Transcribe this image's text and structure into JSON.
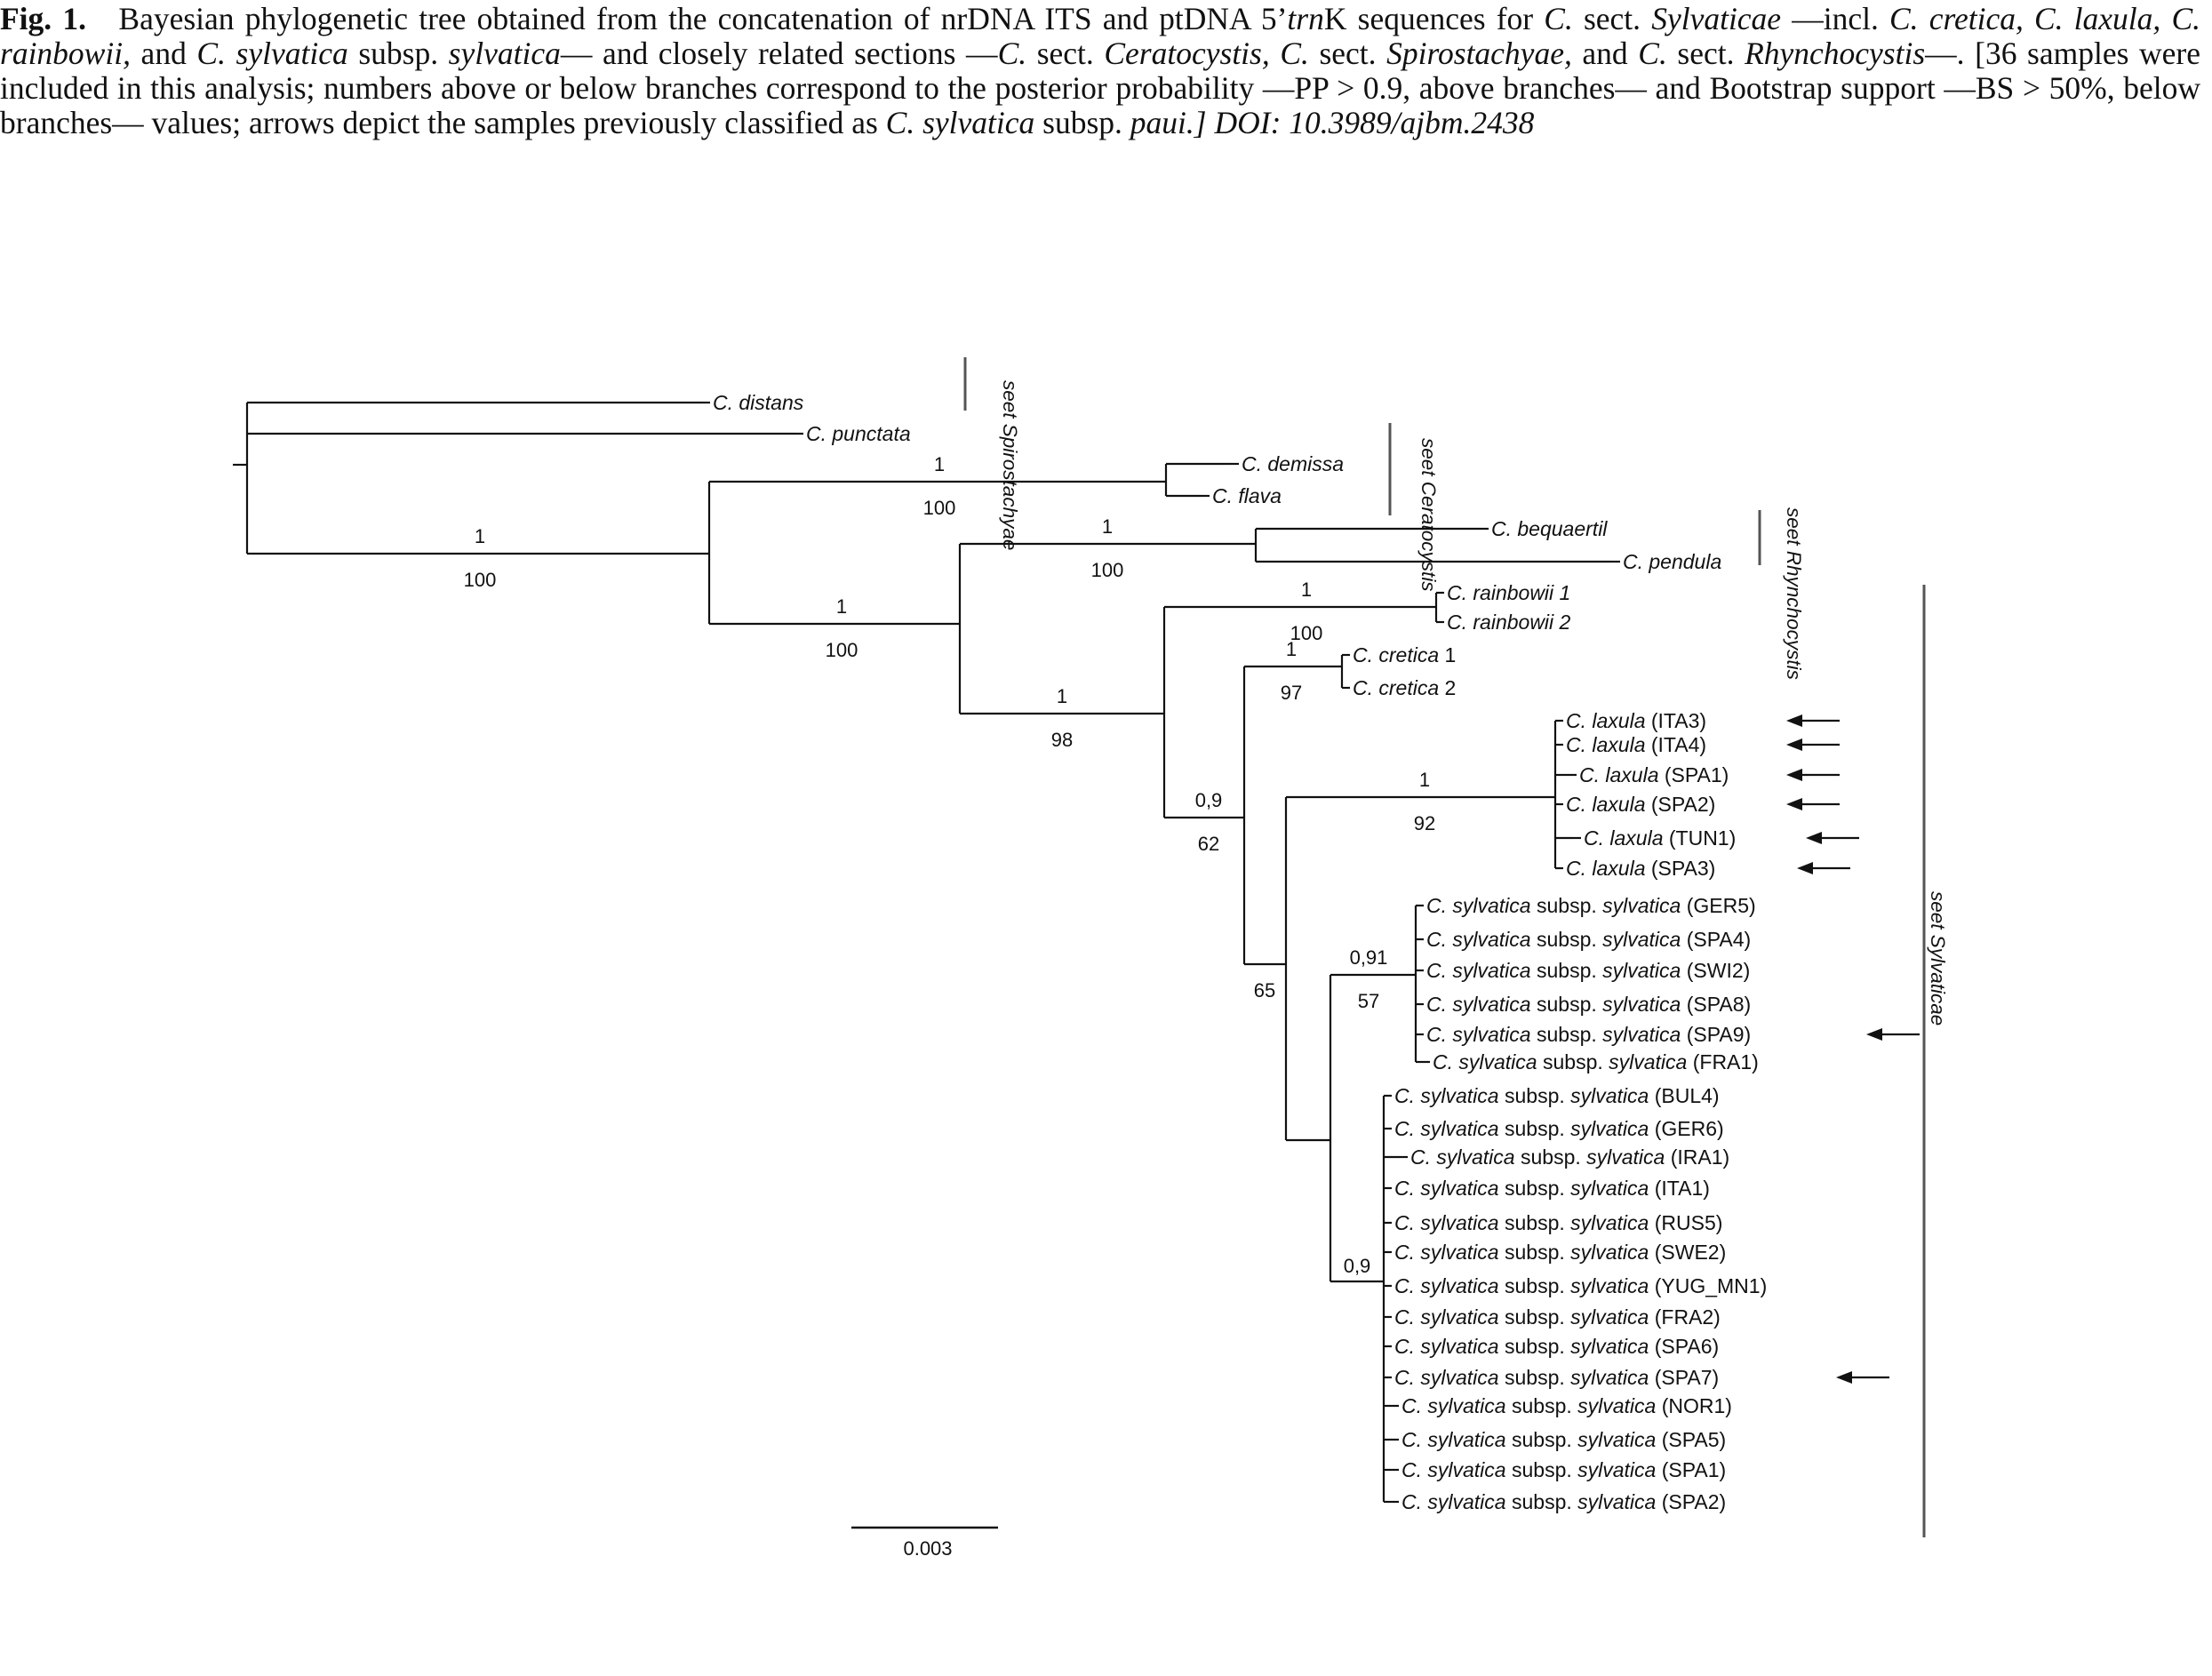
{
  "caption": {
    "fig_label": "Fig. 1.",
    "segments": [
      {
        "t": "Bayesian phylogenetic tree obtained from the concatenation of nrDNA ITS and ptDNA 5’",
        "i": false
      },
      {
        "t": "trn",
        "i": true
      },
      {
        "t": "K sequences for ",
        "i": false
      },
      {
        "t": "C.",
        "i": true
      },
      {
        "t": " sect. ",
        "i": false
      },
      {
        "t": "Sylvaticae",
        "i": true
      },
      {
        "t": " —incl. ",
        "i": false
      },
      {
        "t": "C. cretica, C. laxula, C. rainbowii,",
        "i": true
      },
      {
        "t": " and ",
        "i": false
      },
      {
        "t": "C. sylvatica",
        "i": true
      },
      {
        "t": " subsp. ",
        "i": false
      },
      {
        "t": "sylvatica",
        "i": true
      },
      {
        "t": "— and closely related sections —",
        "i": false
      },
      {
        "t": "C.",
        "i": true
      },
      {
        "t": " sect. ",
        "i": false
      },
      {
        "t": "Ceratocystis, C.",
        "i": true
      },
      {
        "t": " sect. ",
        "i": false
      },
      {
        "t": "Spirostachyae,",
        "i": true
      },
      {
        "t": " and ",
        "i": false
      },
      {
        "t": "C.",
        "i": true
      },
      {
        "t": " sect. ",
        "i": false
      },
      {
        "t": "Rhynchocystis",
        "i": true
      },
      {
        "t": "—. [36 samples were included in this analysis; numbers above or below branches correspond to the posterior probability —PP > 0.9, above branches— and Bootstrap support —BS > 50%, below branches— values; arrows depict the samples previously classified as ",
        "i": false
      },
      {
        "t": "C. sylvatica",
        "i": true
      },
      {
        "t": " subsp. ",
        "i": false
      },
      {
        "t": "paui.] DOI: 10.3989/ajbm.2438",
        "i": true
      }
    ]
  },
  "tree": {
    "taxa": [
      {
        "label": "C. distans",
        "parts": [
          {
            "t": "C. distans",
            "i": true
          }
        ]
      },
      {
        "label": "C. punctata",
        "parts": [
          {
            "t": "C. punctata",
            "i": true
          }
        ]
      },
      {
        "label": "C. demissa",
        "parts": [
          {
            "t": "C. demissa",
            "i": true
          }
        ]
      },
      {
        "label": "C. flava",
        "parts": [
          {
            "t": "C. flava",
            "i": true
          }
        ]
      },
      {
        "label": "C. bequaertil",
        "parts": [
          {
            "t": "C. bequaertil",
            "i": true
          }
        ]
      },
      {
        "label": "C. pendula",
        "parts": [
          {
            "t": "C. pendula",
            "i": true
          }
        ]
      },
      {
        "label": "C. rainbowii 1",
        "parts": [
          {
            "t": "C. rainbowii 1",
            "i": true
          }
        ]
      },
      {
        "label": "C. rainbowii 2",
        "parts": [
          {
            "t": "C. rainbowii 2",
            "i": true
          }
        ]
      },
      {
        "label": "C. cretica 1",
        "parts": [
          {
            "t": "C. cretica",
            "i": true
          },
          {
            "t": " 1",
            "i": false
          }
        ]
      },
      {
        "label": "C. cretica 2",
        "parts": [
          {
            "t": "C. cretica",
            "i": true
          },
          {
            "t": " 2",
            "i": false
          }
        ]
      },
      {
        "label": "C. laxula (ITA3)",
        "parts": [
          {
            "t": "C. laxula",
            "i": true
          },
          {
            "t": " (ITA3)",
            "i": false
          }
        ]
      },
      {
        "label": "C. laxula (ITA4)",
        "parts": [
          {
            "t": "C. laxula",
            "i": true
          },
          {
            "t": " (ITA4)",
            "i": false
          }
        ]
      },
      {
        "label": "C. laxula (SPA1)",
        "parts": [
          {
            "t": "C. laxula",
            "i": true
          },
          {
            "t": " (SPA1)",
            "i": false
          }
        ]
      },
      {
        "label": "C. laxula (SPA2)",
        "parts": [
          {
            "t": "C. laxula",
            "i": true
          },
          {
            "t": " (SPA2)",
            "i": false
          }
        ]
      },
      {
        "label": "C. laxula (TUN1)",
        "parts": [
          {
            "t": "C. laxula",
            "i": true
          },
          {
            "t": " (TUN1)",
            "i": false
          }
        ]
      },
      {
        "label": "C. laxula (SPA3)",
        "parts": [
          {
            "t": "C. laxula",
            "i": true
          },
          {
            "t": " (SPA3)",
            "i": false
          }
        ]
      },
      {
        "label": "C. sylvatica subsp. sylvatica (GER5)",
        "parts": [
          {
            "t": "C. sylvatica",
            "i": true
          },
          {
            "t": " subsp. ",
            "i": false
          },
          {
            "t": "sylvatica",
            "i": true
          },
          {
            "t": " (GER5)",
            "i": false
          }
        ]
      },
      {
        "label": "C. sylvatica subsp. sylvatica (SPA4)",
        "parts": [
          {
            "t": "C. sylvatica",
            "i": true
          },
          {
            "t": " subsp. ",
            "i": false
          },
          {
            "t": "sylvatica",
            "i": true
          },
          {
            "t": " (SPA4)",
            "i": false
          }
        ]
      },
      {
        "label": "C. sylvatica subsp. sylvatica (SWI2)",
        "parts": [
          {
            "t": "C. sylvatica",
            "i": true
          },
          {
            "t": " subsp. ",
            "i": false
          },
          {
            "t": "sylvatica",
            "i": true
          },
          {
            "t": " (SWI2)",
            "i": false
          }
        ]
      },
      {
        "label": "C. sylvatica subsp. sylvatica (SPA8)",
        "parts": [
          {
            "t": "C. sylvatica",
            "i": true
          },
          {
            "t": " subsp. ",
            "i": false
          },
          {
            "t": "sylvatica",
            "i": true
          },
          {
            "t": " (SPA8)",
            "i": false
          }
        ]
      },
      {
        "label": "C. sylvatica subsp. sylvatica (SPA9)",
        "parts": [
          {
            "t": "C. sylvatica",
            "i": true
          },
          {
            "t": " subsp. ",
            "i": false
          },
          {
            "t": "sylvatica",
            "i": true
          },
          {
            "t": " (SPA9)",
            "i": false
          }
        ]
      },
      {
        "label": "C. sylvatica subsp. sylvatica (FRA1)",
        "parts": [
          {
            "t": "C. sylvatica",
            "i": true
          },
          {
            "t": " subsp. ",
            "i": false
          },
          {
            "t": "sylvatica",
            "i": true
          },
          {
            "t": " (FRA1)",
            "i": false
          }
        ]
      },
      {
        "label": "C. sylvatica subsp. sylvatica (BUL4)",
        "parts": [
          {
            "t": "C. sylvatica",
            "i": true
          },
          {
            "t": " subsp. ",
            "i": false
          },
          {
            "t": "sylvatica",
            "i": true
          },
          {
            "t": " (BUL4)",
            "i": false
          }
        ]
      },
      {
        "label": "C. sylvatica subsp. sylvatica (GER6)",
        "parts": [
          {
            "t": "C. sylvatica",
            "i": true
          },
          {
            "t": " subsp. ",
            "i": false
          },
          {
            "t": "sylvatica",
            "i": true
          },
          {
            "t": " (GER6)",
            "i": false
          }
        ]
      },
      {
        "label": "C. sylvatica subsp. sylvatica (IRA1)",
        "parts": [
          {
            "t": "C. sylvatica",
            "i": true
          },
          {
            "t": " subsp. ",
            "i": false
          },
          {
            "t": "sylvatica",
            "i": true
          },
          {
            "t": " (IRA1)",
            "i": false
          }
        ]
      },
      {
        "label": "C. sylvatica subsp. sylvatica (ITA1)",
        "parts": [
          {
            "t": "C. sylvatica",
            "i": true
          },
          {
            "t": " subsp. ",
            "i": false
          },
          {
            "t": "sylvatica",
            "i": true
          },
          {
            "t": " (ITA1)",
            "i": false
          }
        ]
      },
      {
        "label": "C. sylvatica subsp. sylvatica (RUS5)",
        "parts": [
          {
            "t": "C. sylvatica",
            "i": true
          },
          {
            "t": " subsp. ",
            "i": false
          },
          {
            "t": "sylvatica",
            "i": true
          },
          {
            "t": " (RUS5)",
            "i": false
          }
        ]
      },
      {
        "label": "C. sylvatica subsp. sylvatica (SWE2)",
        "parts": [
          {
            "t": "C. sylvatica",
            "i": true
          },
          {
            "t": " subsp. ",
            "i": false
          },
          {
            "t": "sylvatica",
            "i": true
          },
          {
            "t": " (SWE2)",
            "i": false
          }
        ]
      },
      {
        "label": "C. sylvatica subsp. sylvatica (YUG_MN1)",
        "parts": [
          {
            "t": "C. sylvatica",
            "i": true
          },
          {
            "t": " subsp. ",
            "i": false
          },
          {
            "t": "sylvatica",
            "i": true
          },
          {
            "t": " (YUG_MN1)",
            "i": false
          }
        ]
      },
      {
        "label": "C. sylvatica subsp. sylvatica (FRA2)",
        "parts": [
          {
            "t": "C. sylvatica",
            "i": true
          },
          {
            "t": " subsp. ",
            "i": false
          },
          {
            "t": "sylvatica",
            "i": true
          },
          {
            "t": " (FRA2)",
            "i": false
          }
        ]
      },
      {
        "label": "C. sylvatica subsp. sylvatica (SPA6)",
        "parts": [
          {
            "t": "C. sylvatica",
            "i": true
          },
          {
            "t": " subsp. ",
            "i": false
          },
          {
            "t": "sylvatica",
            "i": true
          },
          {
            "t": " (SPA6)",
            "i": false
          }
        ]
      },
      {
        "label": "C. sylvatica subsp. sylvatica (SPA7)",
        "parts": [
          {
            "t": "C. sylvatica",
            "i": true
          },
          {
            "t": " subsp. ",
            "i": false
          },
          {
            "t": "sylvatica",
            "i": true
          },
          {
            "t": " (SPA7)",
            "i": false
          }
        ]
      },
      {
        "label": "C. sylvatica subsp. sylvatica (NOR1)",
        "parts": [
          {
            "t": "C. sylvatica",
            "i": true
          },
          {
            "t": " subsp. ",
            "i": false
          },
          {
            "t": "sylvatica",
            "i": true
          },
          {
            "t": " (NOR1)",
            "i": false
          }
        ]
      },
      {
        "label": "C. sylvatica subsp. sylvatica (SPA5)",
        "parts": [
          {
            "t": "C. sylvatica",
            "i": true
          },
          {
            "t": " subsp. ",
            "i": false
          },
          {
            "t": "sylvatica",
            "i": true
          },
          {
            "t": " (SPA5)",
            "i": false
          }
        ]
      },
      {
        "label": "C. sylvatica subsp. sylvatica (SPA1)",
        "parts": [
          {
            "t": "C. sylvatica",
            "i": true
          },
          {
            "t": " subsp. ",
            "i": false
          },
          {
            "t": "sylvatica",
            "i": true
          },
          {
            "t": " (SPA1)",
            "i": false
          }
        ]
      },
      {
        "label": "C. sylvatica subsp. sylvatica (SPA2)",
        "parts": [
          {
            "t": "C. sylvatica",
            "i": true
          },
          {
            "t": " subsp. ",
            "i": false
          },
          {
            "t": "sylvatica",
            "i": true
          },
          {
            "t": " (SPA2)",
            "i": false
          }
        ]
      }
    ],
    "support_values": [
      {
        "clade": "ingroup",
        "pp": "1",
        "bs": "100"
      },
      {
        "clade": "demissa-flava + rest",
        "pp": "1",
        "bs": "100"
      },
      {
        "clade": "demissa-flava",
        "pp": "1",
        "bs": "100"
      },
      {
        "clade": "bequaertil-pendula + rest",
        "pp": "1",
        "bs": "100"
      },
      {
        "clade": "bequaertil-pendula",
        "pp": "1",
        "bs": "100"
      },
      {
        "clade": "sect. Sylvaticae",
        "pp": "1",
        "bs": "98"
      },
      {
        "clade": "rainbowii",
        "pp": "1",
        "bs": "100"
      },
      {
        "clade": "cretica + laxula + sylvatica",
        "pp": "0,9",
        "bs": "62"
      },
      {
        "clade": "cretica",
        "pp": "1",
        "bs": "97"
      },
      {
        "clade": "laxula + sylvatica",
        "pp": "",
        "bs": "65"
      },
      {
        "clade": "laxula",
        "pp": "1",
        "bs": "92"
      },
      {
        "clade": "sylvatica subclade A",
        "pp": "0,91",
        "bs": "57"
      },
      {
        "clade": "sylvatica subclade B",
        "pp": "0,9",
        "bs": ""
      }
    ],
    "section_labels": [
      {
        "name": "sect. Spirostachyae",
        "text": "seet Spirostachyae"
      },
      {
        "name": "sect. Ceratocystis",
        "text": "seet Ceratocystis"
      },
      {
        "name": "sect. Rhynchocystis",
        "text": "seet Rhynchocystis"
      },
      {
        "name": "sect. Sylvaticae",
        "text": "seet  Sylvaticae"
      }
    ],
    "arrow_taxa": [
      "C. laxula (ITA3)",
      "C. laxula (ITA4)",
      "C. laxula (SPA1)",
      "C. laxula (SPA2)",
      "C. laxula (TUN1)",
      "C. laxula (SPA3)",
      "C. sylvatica subsp. sylvatica (SPA9)",
      "C. sylvatica subsp. sylvatica (SPA7)"
    ],
    "scale_bar": "0.003",
    "colors": {
      "line": "#111111",
      "background": "#ffffff",
      "section_bar": "#555555"
    }
  }
}
